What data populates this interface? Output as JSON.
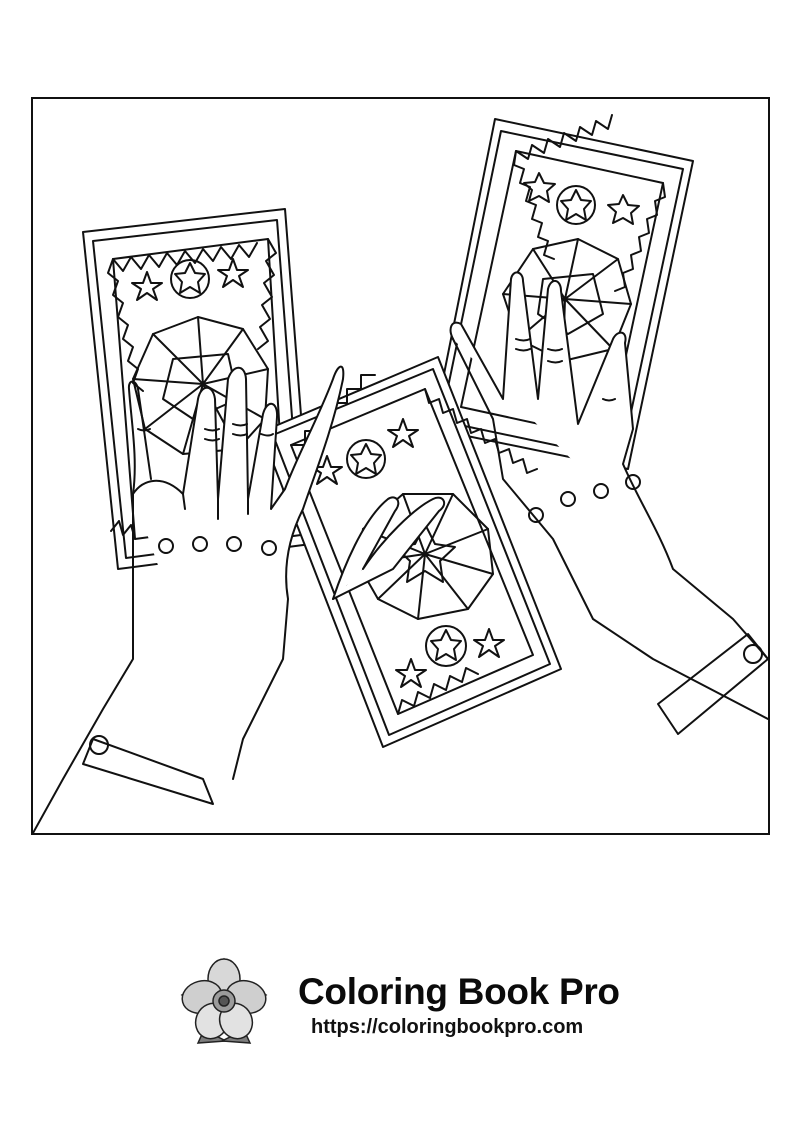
{
  "page": {
    "background": "#ffffff",
    "line_color": "#111111"
  },
  "artwork": {
    "subject_icon": "hands-with-tarot-cards",
    "style": "black-and-white line art"
  },
  "brand": {
    "logo_icon": "flower-icon",
    "title": "Coloring Book Pro",
    "url": "https://coloringbookpro.com"
  }
}
